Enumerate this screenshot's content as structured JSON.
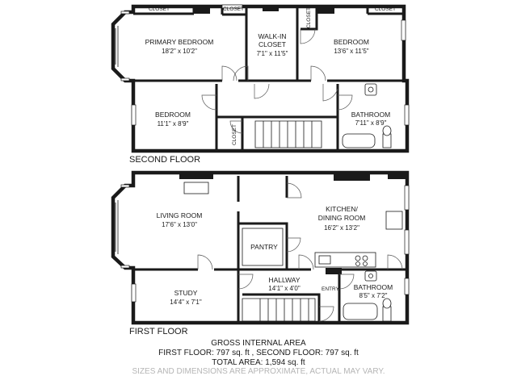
{
  "second_floor": {
    "title": "SECOND FLOOR",
    "rooms": {
      "primary_bedroom": {
        "name": "PRIMARY BEDROOM",
        "dim": "18'2\" x 10'2\""
      },
      "walk_in_closet": {
        "name_line1": "WALK-IN",
        "name_line2": "CLOSET",
        "dim": "7'1\" x 11'5\""
      },
      "bedroom_right": {
        "name": "BEDROOM",
        "dim": "13'6\" x 11'5\""
      },
      "bedroom_left": {
        "name": "BEDROOM",
        "dim": "11'1\" x 8'9\""
      },
      "bathroom": {
        "name": "BATHROOM",
        "dim": "7'11\" x 8'9\""
      }
    },
    "closets": [
      "CLOSET",
      "CLOSET",
      "CLOSET",
      "CLOSET",
      "CLOSET"
    ]
  },
  "first_floor": {
    "title": "FIRST FLOOR",
    "rooms": {
      "living_room": {
        "name": "LIVING ROOM",
        "dim": "17'6\" x 13'0\""
      },
      "kitchen": {
        "name_line1": "KITCHEN/",
        "name_line2": "DINING ROOM",
        "dim": "16'2\" x 13'2\""
      },
      "pantry": {
        "name": "PANTRY"
      },
      "study": {
        "name": "STUDY",
        "dim": "14'4\" x 7'1\""
      },
      "hallway": {
        "name": "HALLWAY",
        "dim": "14'1\" x 4'0\""
      },
      "entry": {
        "name": "ENTRY"
      },
      "bathroom": {
        "name": "BATHROOM",
        "dim": "8'5\" x 7'2\""
      }
    }
  },
  "footer": {
    "line1": "GROSS INTERNAL AREA",
    "line2": "FIRST FLOOR: 797 sq. ft , SECOND FLOOR: 797 sq. ft",
    "line3": "TOTAL AREA: 1,594 sq. ft",
    "line4": "SIZES AND DIMENSIONS ARE APPROXIMATE, ACTUAL MAY VARY."
  }
}
